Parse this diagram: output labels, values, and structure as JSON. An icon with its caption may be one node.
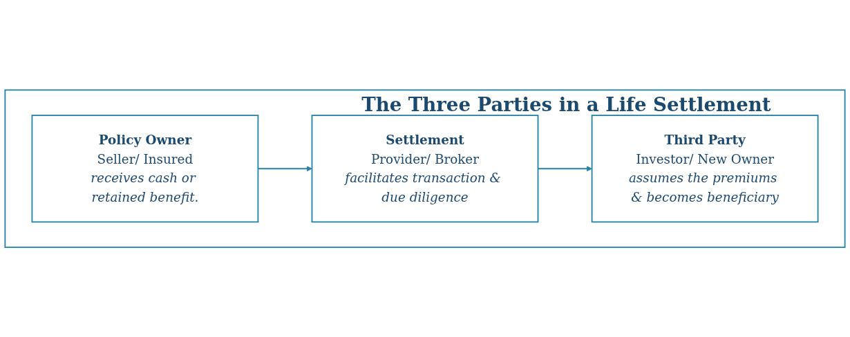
{
  "diagram": {
    "nodes": [
      {
        "text": [
          "The Three Parties in a Life Settlement"
        ]
      },
      {
        "text": [
          "Policy Owner",
          "Seller/ Insured",
          "receives cash or retained benefit."
        ],
        "in": 0
      },
      {
        "text": [
          "Settlement",
          "Provider/ Broker",
          "facilitates transaction & due diligence"
        ],
        "in": 0
      },
      {
        "text": [
          "Third Party",
          "Investor/ New Owner",
          "assumes the premiums & becomes beneficiary"
        ],
        "in": 0
      }
    ],
    "edges": [
      {
        "from": 1,
        "to": 2,
        "arrow": "to"
      },
      {
        "from": 2,
        "to": 3,
        "arrow": "to"
      }
    ]
  }
}
